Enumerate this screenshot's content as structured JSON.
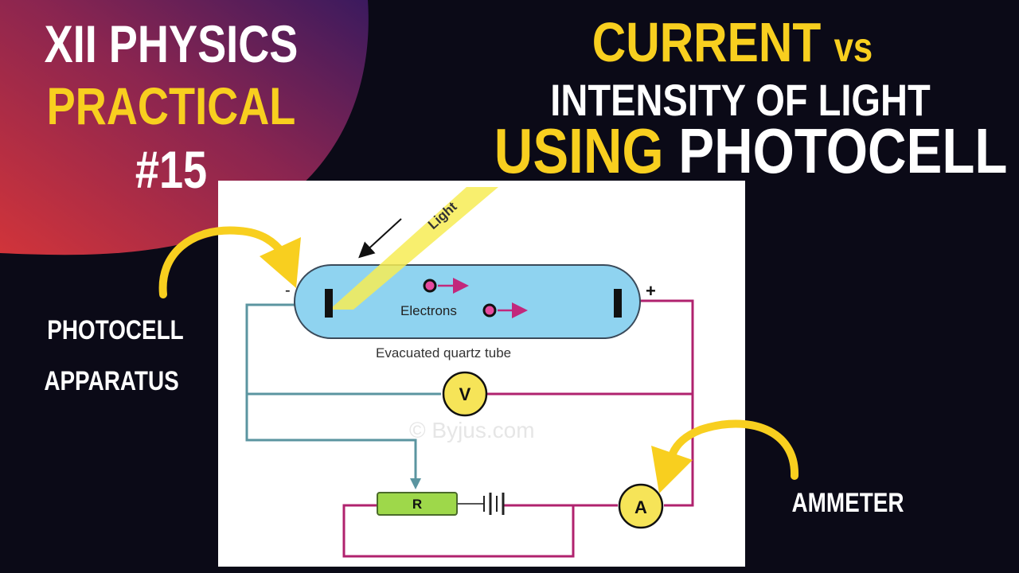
{
  "badge": {
    "line1": "XII PHYSICS",
    "line2": "PRACTICAL",
    "line3": "#15"
  },
  "title": {
    "line1_a": "CURRENT",
    "line1_b": "vs",
    "line2": "INTENSITY OF LIGHT",
    "line3_a": "USING",
    "line3_b": "PHOTOCELL"
  },
  "diagram": {
    "light_label": "Light",
    "electrons_label": "Electrons",
    "tube_label": "Evacuated quartz tube",
    "plus_sign": "+",
    "minus_sign": "-",
    "voltmeter_label": "V",
    "ammeter_label": "A",
    "resistor_label": "R",
    "watermark": "© Byjus.com"
  },
  "labels": {
    "photocell_line1": "PHOTOCELL",
    "photocell_line2": "APPARATUS",
    "ammeter": "AMMETER"
  },
  "colors": {
    "accent_yellow": "#f8cf1f",
    "background": "#0b0a17",
    "gradient_start": "#d1343a",
    "gradient_end": "#3b1a5e",
    "wire_teal": "#5b95a0",
    "wire_magenta": "#b0226e",
    "tube_fill": "#8fd3f0"
  }
}
